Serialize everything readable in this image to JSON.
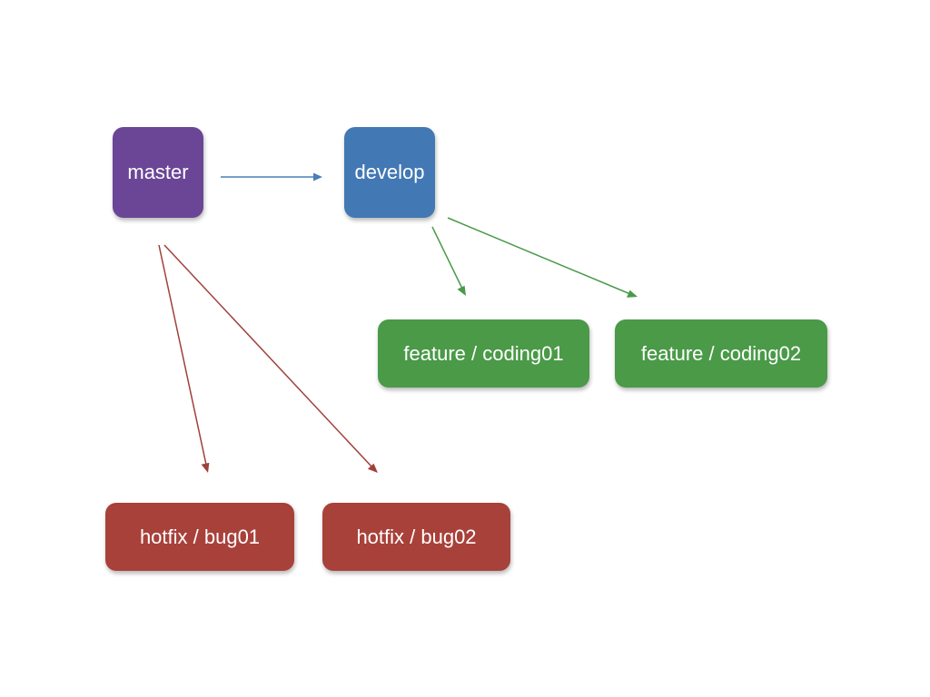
{
  "nodes": {
    "master": {
      "label": "master",
      "color": "#6b4696"
    },
    "develop": {
      "label": "develop",
      "color": "#4278b4"
    },
    "feature1": {
      "label": "feature / coding01",
      "color": "#4a9a48"
    },
    "feature2": {
      "label": "feature / coding02",
      "color": "#4a9a48"
    },
    "hotfix1": {
      "label": "hotfix / bug01",
      "color": "#a8413a"
    },
    "hotfix2": {
      "label": "hotfix / bug02",
      "color": "#a8413a"
    }
  },
  "edges": [
    {
      "from": "master",
      "to": "develop",
      "color": "#4a7fb5"
    },
    {
      "from": "develop",
      "to": "feature1",
      "color": "#4a9a48"
    },
    {
      "from": "develop",
      "to": "feature2",
      "color": "#4a9a48"
    },
    {
      "from": "master",
      "to": "hotfix1",
      "color": "#a0403a"
    },
    {
      "from": "master",
      "to": "hotfix2",
      "color": "#a0403a"
    }
  ]
}
